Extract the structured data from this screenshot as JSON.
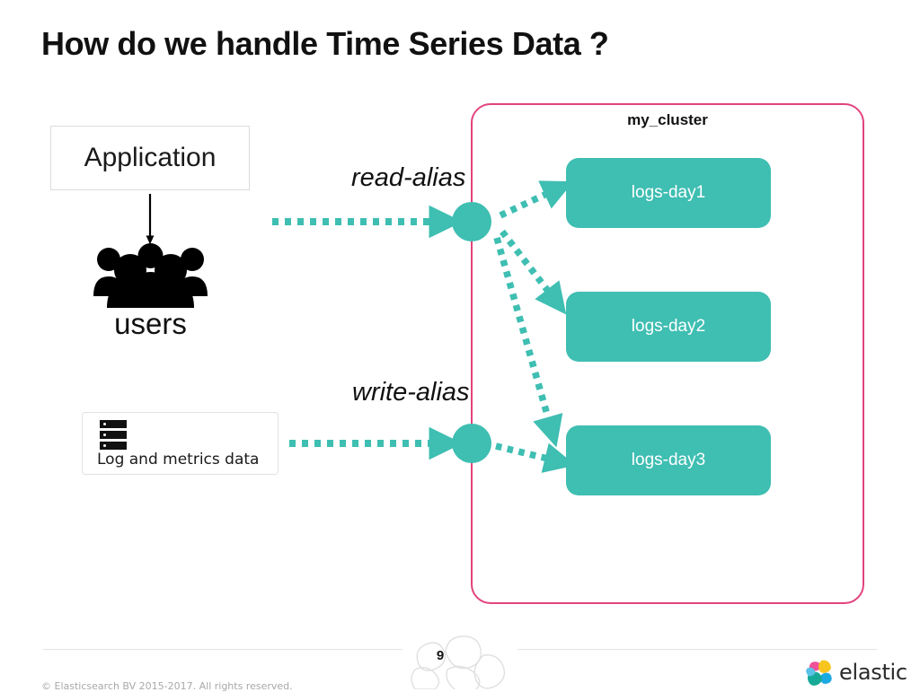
{
  "slide": {
    "title": "How do we handle Time Series Data ?",
    "page_number": "9"
  },
  "left_column": {
    "application_box": {
      "label": "Application"
    },
    "users": {
      "icon": "users-group-icon",
      "label": "users"
    },
    "log_source_box": {
      "icon": "database-stack-icon",
      "label": "Log and metrics data"
    }
  },
  "cluster": {
    "name": "my_cluster",
    "border_color": "#e2447e",
    "indices": [
      {
        "label": "logs-day1"
      },
      {
        "label": "logs-day2"
      },
      {
        "label": "logs-day3"
      }
    ]
  },
  "aliases": [
    {
      "id": "read-alias",
      "label": "read-alias",
      "targets": [
        "logs-day1",
        "logs-day2",
        "logs-day3"
      ]
    },
    {
      "id": "write-alias",
      "label": "write-alias",
      "targets": [
        "logs-day3"
      ]
    }
  ],
  "colors": {
    "teal": "#3fbeb2",
    "pink": "#e2447e",
    "title_text": "#111111",
    "footer_text": "#a8a8a8"
  },
  "footer": {
    "copyright": "© Elasticsearch BV 2015-2017. All rights reserved.",
    "brand": "elastic"
  }
}
